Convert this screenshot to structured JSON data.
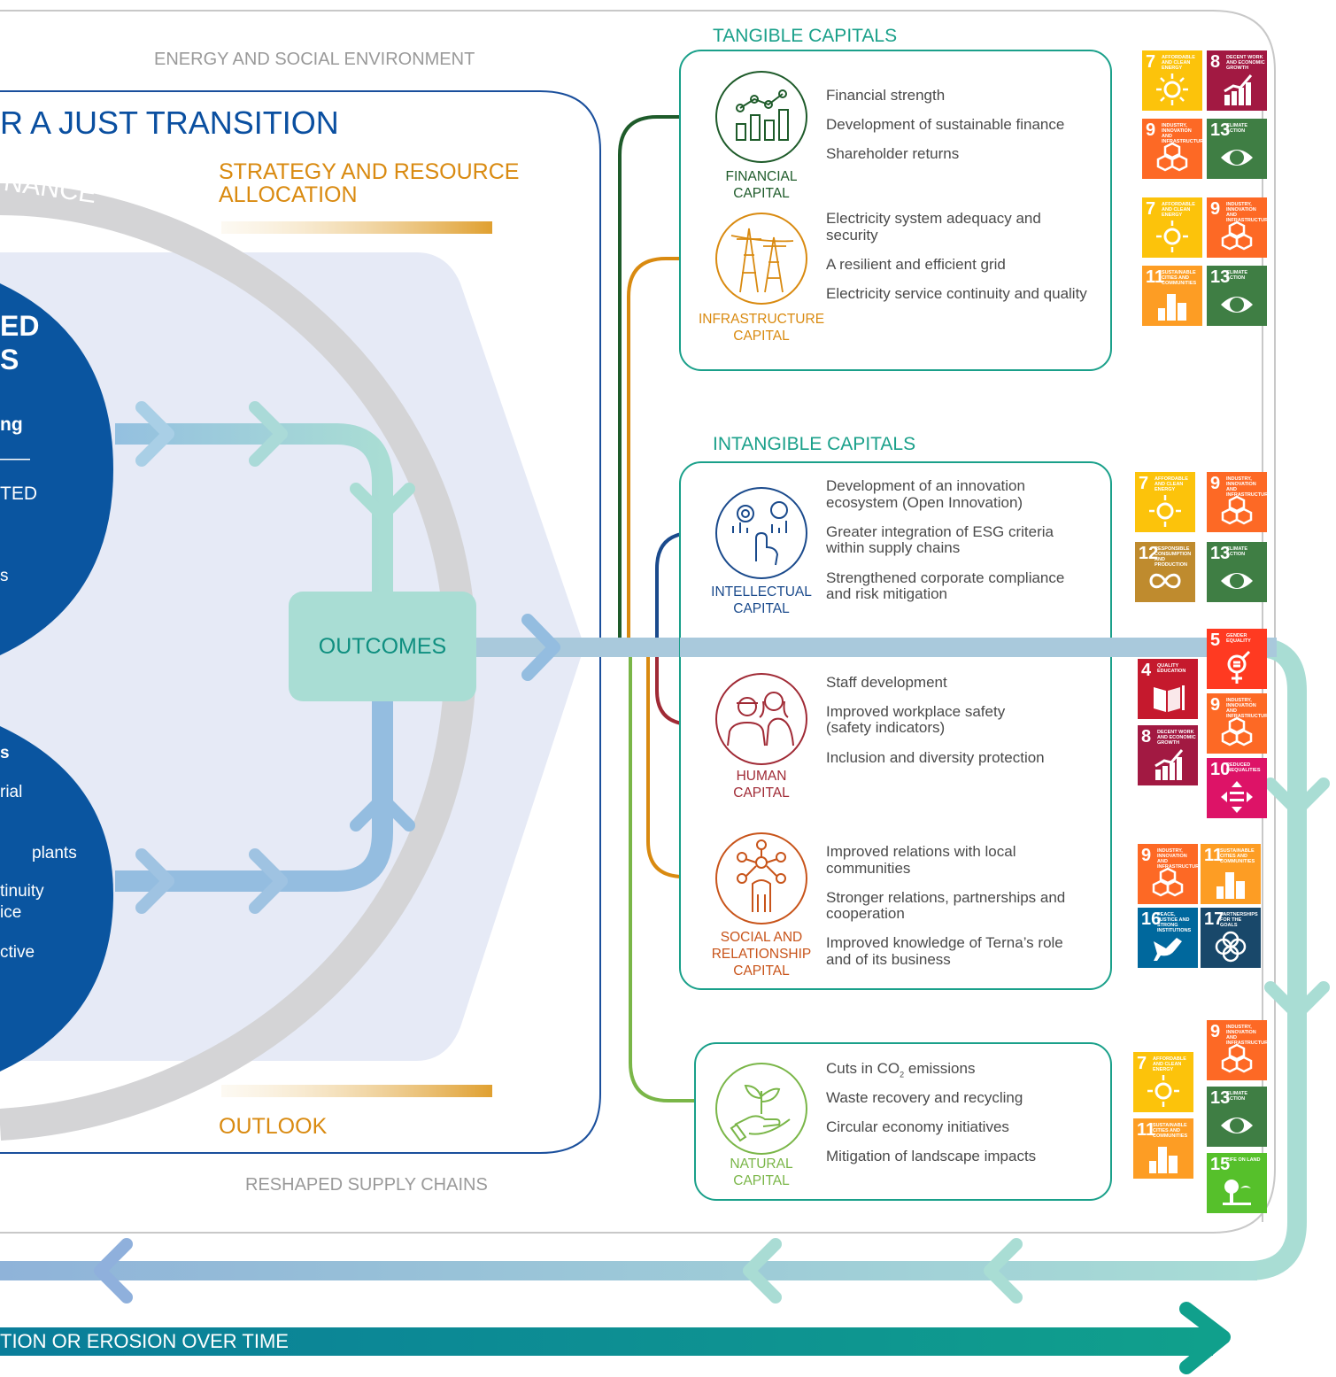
{
  "header": {
    "energy_env": "ENERGY AND SOCIAL ENVIRONMENT",
    "just_transition": "R A JUST TRANSITION",
    "governance_fragment": "NANCE",
    "strategy": "STRATEGY AND RESOURCE",
    "strategy_line2": "ALLOCATION",
    "outlook": "OUTLOOK",
    "reshaped": "RESHAPED SUPPLY CHAINS",
    "bottom_bar": "TION OR EROSION OVER TIME",
    "outcomes": "OUTCOMES"
  },
  "left_circle_top": {
    "line1": "ED",
    "line2": "S",
    "line3": "ng",
    "line4": "TED",
    "line5": "s"
  },
  "left_circle_bottom": {
    "line1": "s",
    "line2": "rial",
    "line3": "plants",
    "line4": "tinuity",
    "line5": "ice",
    "line6": "ctive"
  },
  "tangible": {
    "title": "TANGIBLE CAPITALS",
    "financial": {
      "label1": "FINANCIAL",
      "label2": "CAPITAL",
      "items": [
        "Financial strength",
        "Development of sustainable finance",
        "Shareholder returns"
      ]
    },
    "infrastructure": {
      "label1": "INFRASTRUCTURE",
      "label2": "CAPITAL",
      "items": [
        "Electricity system adequacy and",
        "security",
        "A resilient and efficient grid",
        "Electricity service continuity and quality"
      ]
    }
  },
  "intangible": {
    "title": "INTANGIBLE CAPITALS",
    "intellectual": {
      "label1": "INTELLECTUAL",
      "label2": "CAPITAL",
      "items": [
        "Development of an innovation",
        "ecosystem (Open Innovation)",
        "Greater integration of ESG criteria",
        "within supply chains",
        "Strengthened corporate compliance",
        "and risk mitigation"
      ]
    },
    "human": {
      "label1": "HUMAN",
      "label2": "CAPITAL",
      "items": [
        "Staff development",
        "Improved workplace safety",
        "(safety indicators)",
        "Inclusion and diversity protection"
      ]
    },
    "social": {
      "label1": "SOCIAL AND",
      "label2": "RELATIONSHIP",
      "label3": "CAPITAL",
      "items": [
        "Improved relations with local",
        "communities",
        "Stronger relations, partnerships and",
        "cooperation",
        "Improved knowledge of Terna’s role",
        "and of its business"
      ]
    }
  },
  "natural": {
    "label1": "NATURAL",
    "label2": "CAPITAL",
    "items": [
      "Cuts in CO",
      "2",
      " emissions",
      "Waste recovery and recycling",
      "Circular economy initiatives",
      "Mitigation of landscape impacts"
    ]
  },
  "sdgs": {
    "s4": {
      "num": "4",
      "label": "QUALITY EDUCATION"
    },
    "s5": {
      "num": "5",
      "label": "GENDER EQUALITY"
    },
    "s7": {
      "num": "7",
      "label": "AFFORDABLE AND CLEAN ENERGY"
    },
    "s8": {
      "num": "8",
      "label": "DECENT WORK AND ECONOMIC GROWTH"
    },
    "s9": {
      "num": "9",
      "label": "INDUSTRY, INNOVATION AND INFRASTRUCTURE"
    },
    "s10": {
      "num": "10",
      "label": "REDUCED INEQUALITIES"
    },
    "s11": {
      "num": "11",
      "label": "SUSTAINABLE CITIES AND COMMUNITIES"
    },
    "s12": {
      "num": "12",
      "label": "RESPONSIBLE CONSUMPTION AND PRODUCTION"
    },
    "s13": {
      "num": "13",
      "label": "CLIMATE ACTION"
    },
    "s15": {
      "num": "15",
      "label": "LIFE ON LAND"
    },
    "s16": {
      "num": "16",
      "label": "PEACE, JUSTICE AND STRONG INSTITUTIONS"
    },
    "s17": {
      "num": "17",
      "label": "PARTNERSHIPS FOR THE GOALS"
    }
  },
  "colors": {
    "teal": "#1aa08a",
    "blue": "#0a5aa8",
    "orange": "#d98a10",
    "financial_green": "#1e5b2a",
    "human_red": "#a02a35",
    "social_orange": "#c8541a",
    "natural_green": "#7ab648",
    "intellectual_blue": "#1a4a8c"
  }
}
